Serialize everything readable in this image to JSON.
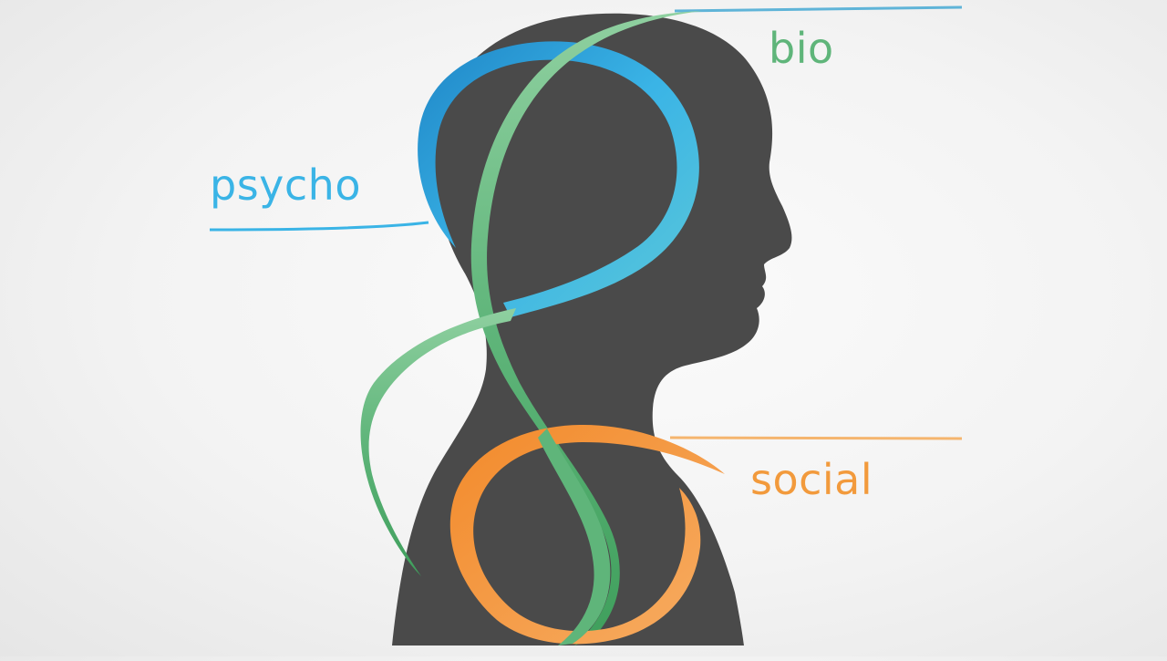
{
  "labels": {
    "psycho": "psycho",
    "bio": "bio",
    "social": "social"
  },
  "colors": {
    "background": "#f4f4f4",
    "silhouette": "#4a4a4a",
    "psycho_blue": "#3ab4e6",
    "psycho_blue_dark": "#1f86c7",
    "bio_green": "#7cc38c",
    "bio_green_dark": "#3f9f5c",
    "social_orange": "#f28a2b",
    "social_orange_light": "#f7ad63"
  }
}
